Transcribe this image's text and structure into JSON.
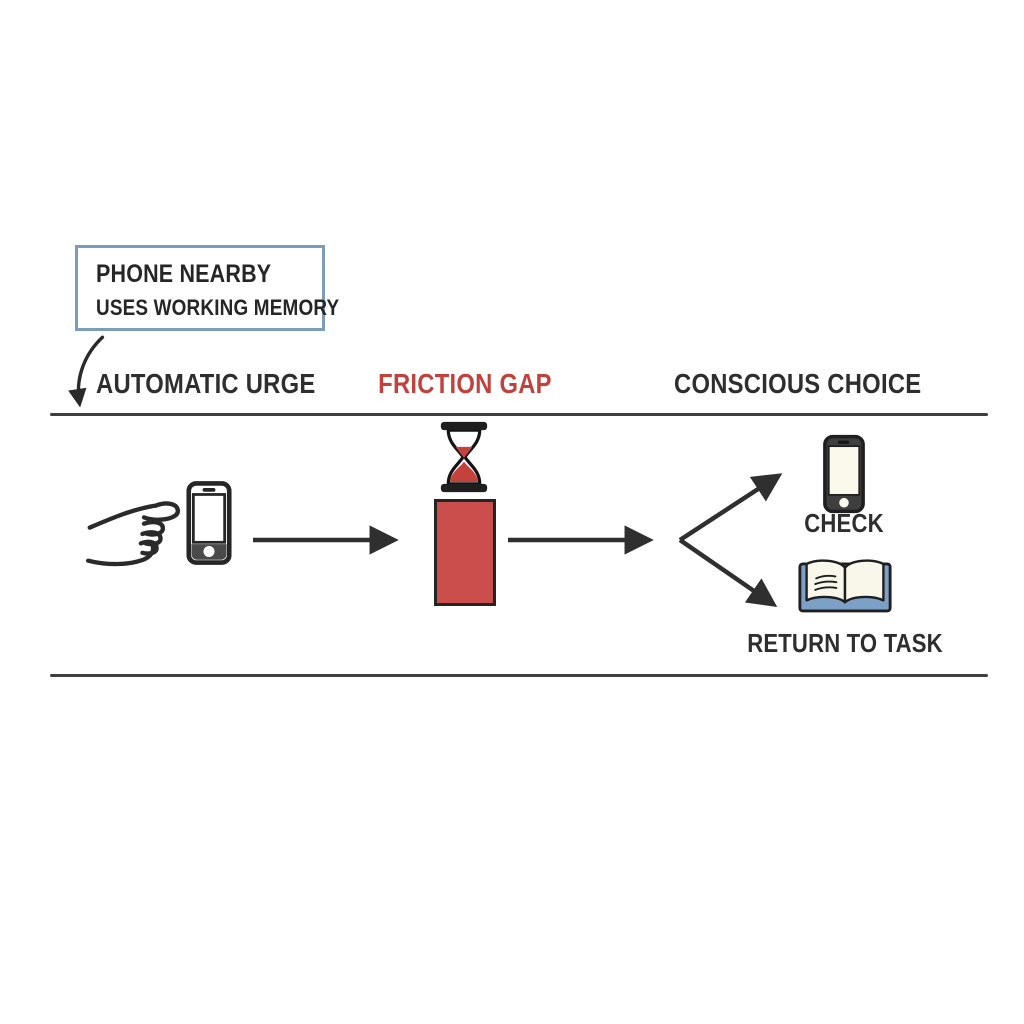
{
  "callout": {
    "line1": "PHONE NEARBY",
    "line2": "USES WORKING MEMORY"
  },
  "stages": [
    {
      "label": "AUTOMATIC URGE"
    },
    {
      "label": "FRICTION GAP"
    },
    {
      "label": "CONSCIOUS CHOICE"
    }
  ],
  "flow": {
    "start_icon": "hand-reaching-for-phone",
    "middle_icons": [
      "hourglass",
      "friction-block"
    ],
    "outcomes": [
      {
        "label": "CHECK",
        "icon": "smartphone"
      },
      {
        "label": "RETURN TO TASK",
        "icon": "open-book"
      }
    ]
  },
  "colors": {
    "accent_red": "#c2413c",
    "block_red": "#cb4e4c",
    "callout_border": "#7b9cba",
    "book_blue": "#7da0c6",
    "ink": "#2e2e2e",
    "rule_gray": "#3f3f3f",
    "screen_cream": "#fbf8ec"
  }
}
